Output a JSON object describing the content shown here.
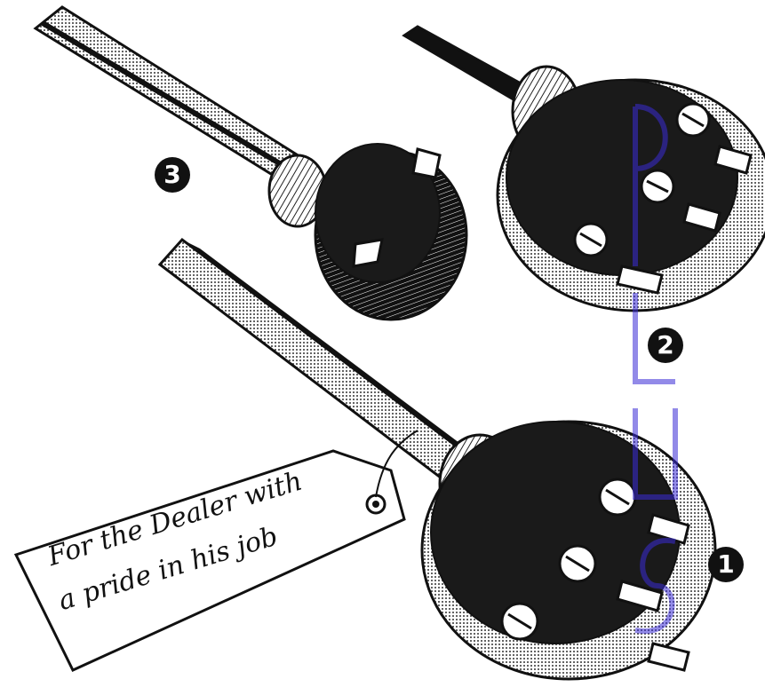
{
  "badges": {
    "one": "1",
    "two": "2",
    "three": "3"
  },
  "tag": {
    "line1": "For the Dealer with",
    "line2": "a pride in his job"
  },
  "colors": {
    "ink": "#111111",
    "paper": "#ffffff",
    "watermark": "#3a2bd6"
  }
}
